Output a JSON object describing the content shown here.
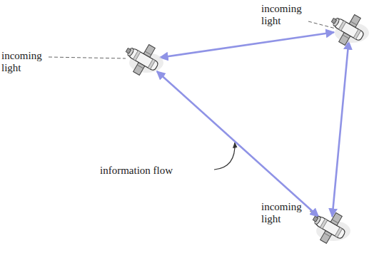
{
  "diagram": {
    "nodes": [
      {
        "text": [
          "incoming light"
        ]
      },
      {
        "text": [
          "incoming light"
        ]
      },
      {
        "text": [
          "incoming light"
        ]
      }
    ],
    "edges": [
      {
        "from": 1,
        "to": 0,
        "arrow": "both"
      },
      {
        "from": 0,
        "to": 2,
        "arrow": "both"
      },
      {
        "from": 1,
        "to": 2,
        "arrow": "both"
      }
    ],
    "labels": [
      "information flow"
    ]
  }
}
